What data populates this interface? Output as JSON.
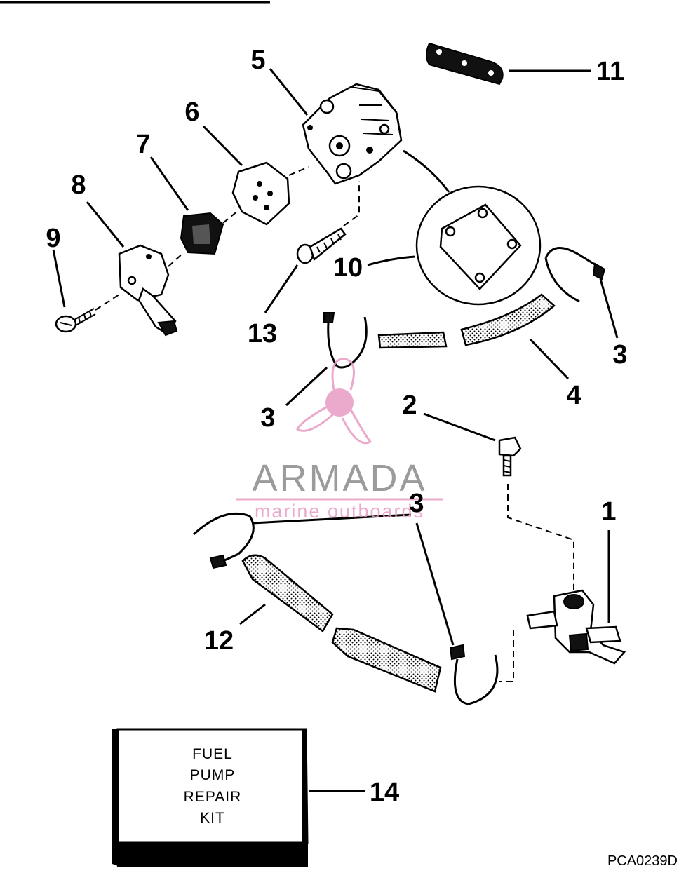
{
  "diagram": {
    "callouts": {
      "c1": "1",
      "c2": "2",
      "c3a": "3",
      "c3b": "3",
      "c3c": "3",
      "c4": "4",
      "c5": "5",
      "c6": "6",
      "c7": "7",
      "c8": "8",
      "c9": "9",
      "c10": "10",
      "c11": "11",
      "c12": "12",
      "c13": "13",
      "c14": "14"
    },
    "kit_label": {
      "line1": "FUEL",
      "line2": "PUMP",
      "line3": "REPAIR",
      "line4": "KIT"
    },
    "drawing_code": "PCA0239D"
  },
  "watermark": {
    "brand": "ARMADA",
    "tagline": "marine outboards",
    "colors": {
      "pink": "#e89bc4",
      "gray": "#8a8a8a"
    }
  }
}
